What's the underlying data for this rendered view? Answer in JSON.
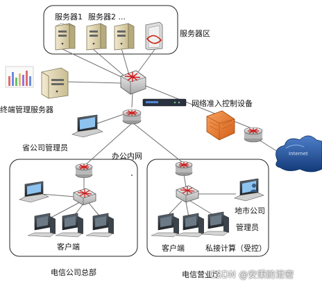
{
  "diagram": {
    "server_labels": [
      "服务器1",
      "服务器2 ..."
    ],
    "server_zone_label": "服务器区",
    "terminal_mgmt_server_label": "终端管理服务器",
    "nac_device_label": "网络准入控制设备",
    "province_admin_label": "省公司管理员",
    "office_network_label": "办公内网",
    "hq_client_label": "客户端",
    "hq_region_label": "电信公司总部",
    "branch_client_label": "客户端",
    "private_computing_label": "私接计算（受控）",
    "city_admin_label_line1": "地市公司",
    "city_admin_label_line2": "管理员",
    "branch_region_label": "电信营业厅",
    "cloud_label": "Internet",
    "watermark": "CSDN @安秉防泄密"
  },
  "colors": {
    "router_red": "#cc1a1a",
    "firewall_orange": "#e8772a",
    "cloud_blue": "#1d4f9a",
    "server_beige": "#e6dcb8",
    "link_gray": "#6e6e6e"
  }
}
